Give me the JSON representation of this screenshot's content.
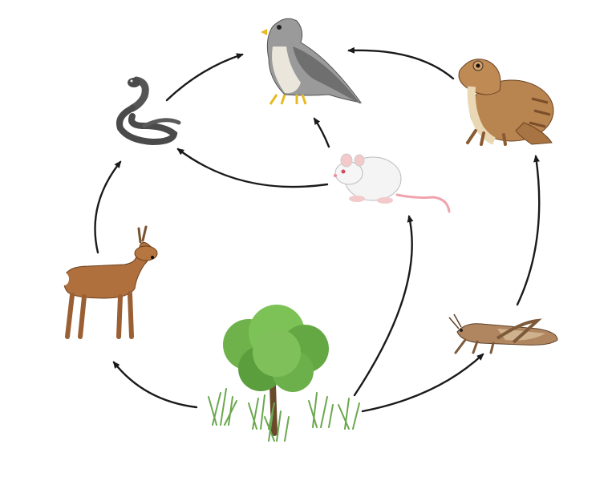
{
  "organisms": [
    {
      "id": "falcon",
      "icon": "falcon-icon",
      "color": "#8a8a8a"
    },
    {
      "id": "frog",
      "icon": "frog-icon",
      "color": "#b07a4a"
    },
    {
      "id": "snake",
      "icon": "snake-icon",
      "color": "#4a4a4a"
    },
    {
      "id": "mouse",
      "icon": "mouse-icon",
      "color": "#f2f2f2"
    },
    {
      "id": "deer",
      "icon": "deer-icon",
      "color": "#a86a3c"
    },
    {
      "id": "grasshopper",
      "icon": "grasshopper-icon",
      "color": "#a0785a"
    },
    {
      "id": "tree-and-grass",
      "icon": "tree-icon",
      "color": "#6aa84f"
    }
  ],
  "links": [
    {
      "from": "snake",
      "to": "falcon"
    },
    {
      "from": "frog",
      "to": "falcon"
    },
    {
      "from": "mouse",
      "to": "falcon"
    },
    {
      "from": "mouse",
      "to": "snake"
    },
    {
      "from": "deer",
      "to": "snake"
    },
    {
      "from": "tree-and-grass",
      "to": "deer"
    },
    {
      "from": "tree-and-grass",
      "to": "mouse"
    },
    {
      "from": "tree-and-grass",
      "to": "grasshopper"
    },
    {
      "from": "grasshopper",
      "to": "frog"
    }
  ],
  "colors": {
    "arrow": "#1a1a1a",
    "background": "#ffffff"
  }
}
